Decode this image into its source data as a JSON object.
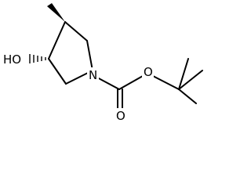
{
  "molecule": {
    "atoms": {
      "hydroxyl": "HO",
      "ring_nitrogen": "N",
      "ester_oxygen": "O",
      "carbonyl_oxygen": "O"
    },
    "colors": {
      "bond": "#000000",
      "text": "#000000",
      "background": "#ffffff"
    }
  }
}
